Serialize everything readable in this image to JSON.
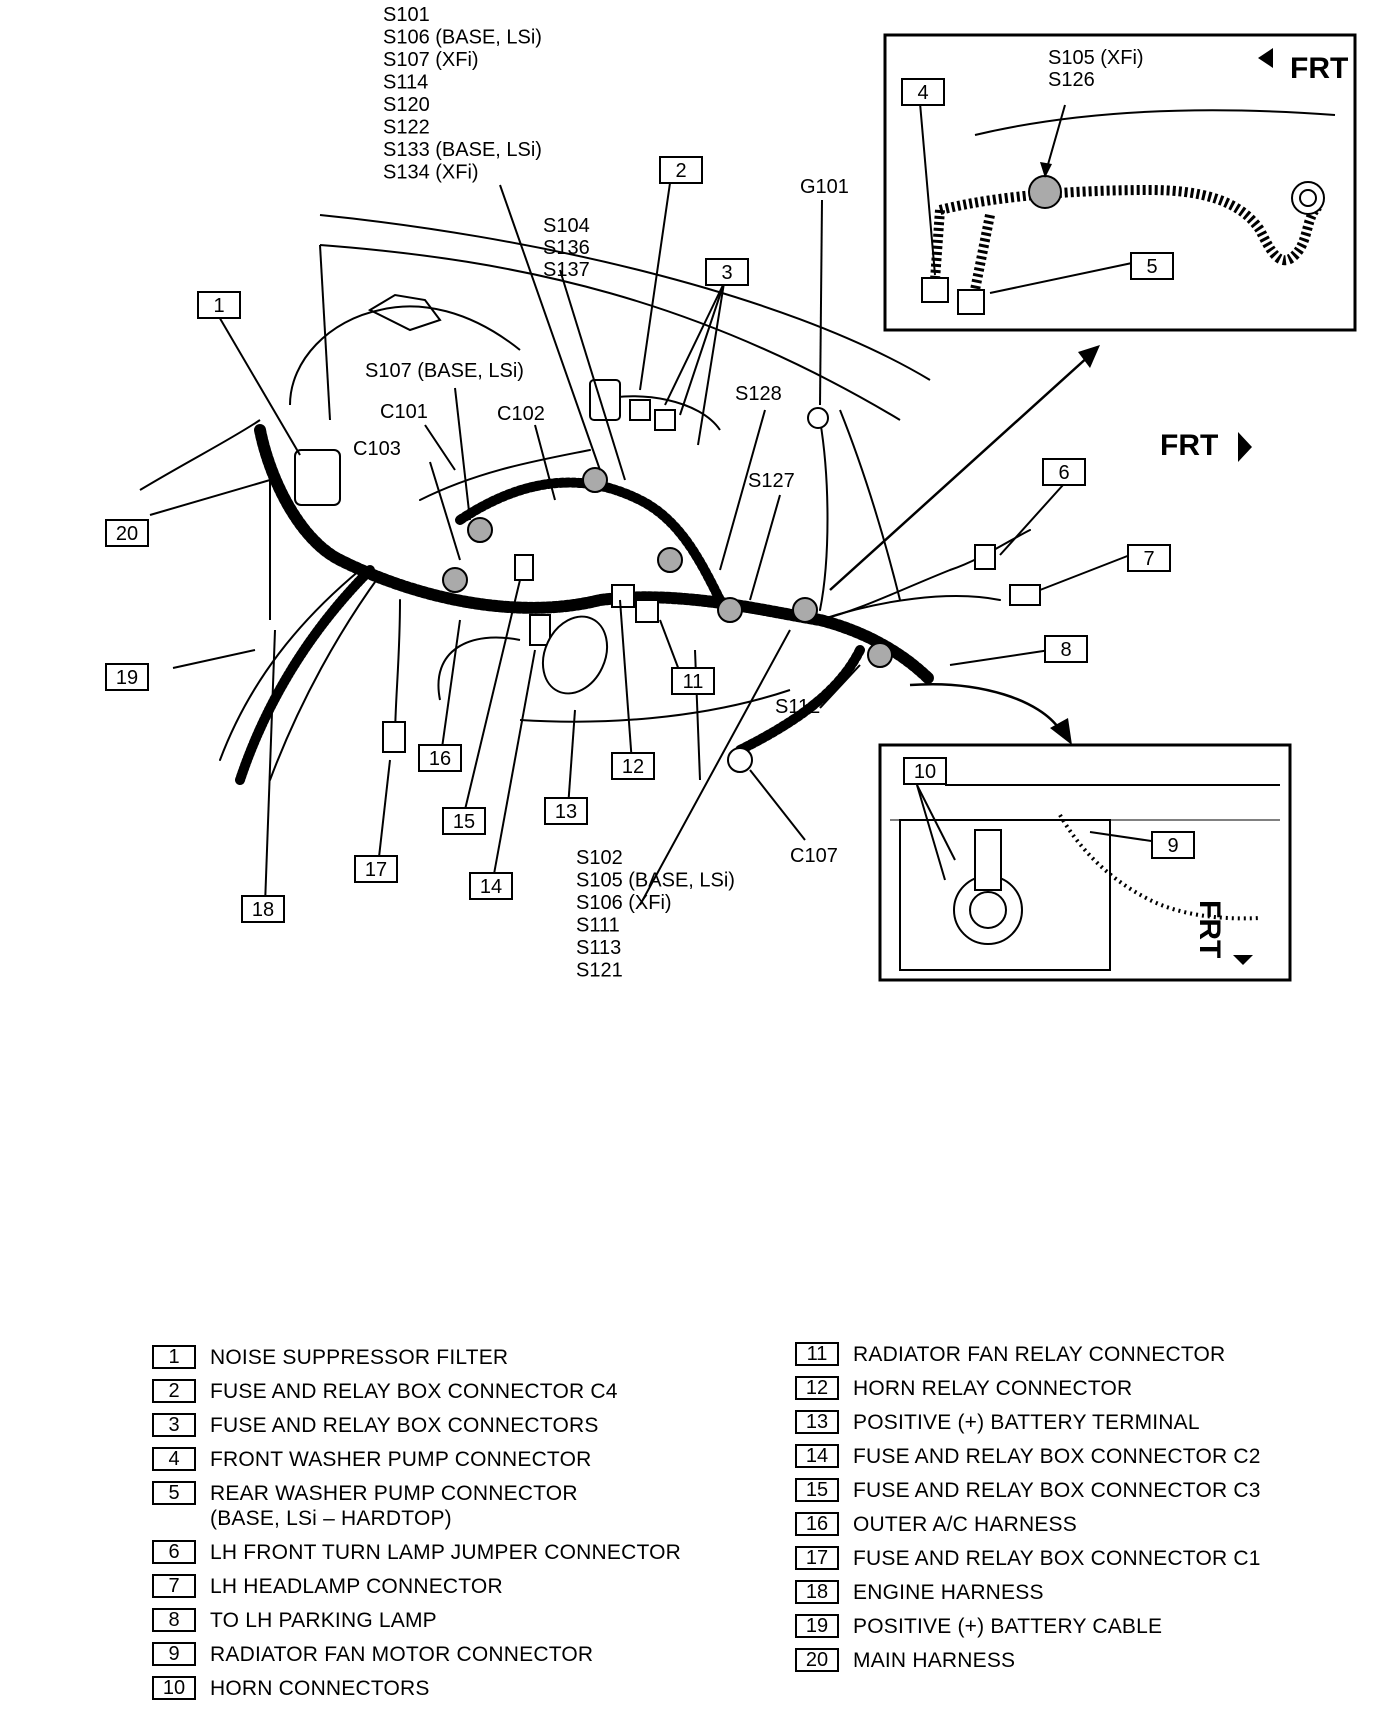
{
  "splice_groups": {
    "top": [
      "S101",
      "S106 (BASE, LSi)",
      "S107 (XFi)",
      "S114",
      "S120",
      "S122",
      "S133 (BASE, LSi)",
      "S134 (XFi)"
    ],
    "mid": [
      "S104",
      "S136",
      "S137"
    ],
    "bottom": [
      "S102",
      "S105 (BASE, LSi)",
      "S106 (XFi)",
      "S111",
      "S113",
      "S121"
    ],
    "inset": [
      "S105 (XFi)",
      "S126"
    ]
  },
  "labels": {
    "g101": "G101",
    "s107": "S107 (BASE, LSi)",
    "c101": "C101",
    "c102": "C102",
    "c103": "C103",
    "s128": "S128",
    "s127": "S127",
    "s112": "S112",
    "c107": "C107",
    "frt": "FRT"
  },
  "callouts": [
    "1",
    "2",
    "3",
    "4",
    "5",
    "6",
    "7",
    "8",
    "9",
    "10",
    "11",
    "12",
    "13",
    "14",
    "15",
    "16",
    "17",
    "18",
    "19",
    "20"
  ],
  "legend_left": [
    {
      "num": "1",
      "lines": [
        "NOISE SUPPRESSOR FILTER"
      ]
    },
    {
      "num": "2",
      "lines": [
        "FUSE AND RELAY BOX CONNECTOR C4"
      ]
    },
    {
      "num": "3",
      "lines": [
        "FUSE AND RELAY BOX CONNECTORS"
      ]
    },
    {
      "num": "4",
      "lines": [
        "FRONT WASHER PUMP CONNECTOR"
      ]
    },
    {
      "num": "5",
      "lines": [
        "REAR WASHER PUMP CONNECTOR",
        "(BASE, LSi – HARDTOP)"
      ]
    },
    {
      "num": "6",
      "lines": [
        "LH FRONT TURN LAMP JUMPER CONNECTOR"
      ]
    },
    {
      "num": "7",
      "lines": [
        "LH HEADLAMP CONNECTOR"
      ]
    },
    {
      "num": "8",
      "lines": [
        "TO LH PARKING LAMP"
      ]
    },
    {
      "num": "9",
      "lines": [
        "RADIATOR FAN MOTOR CONNECTOR"
      ]
    },
    {
      "num": "10",
      "lines": [
        "HORN CONNECTORS"
      ]
    }
  ],
  "legend_right": [
    {
      "num": "11",
      "lines": [
        "RADIATOR FAN RELAY CONNECTOR"
      ]
    },
    {
      "num": "12",
      "lines": [
        "HORN RELAY CONNECTOR"
      ]
    },
    {
      "num": "13",
      "lines": [
        "POSITIVE (+) BATTERY TERMINAL"
      ]
    },
    {
      "num": "14",
      "lines": [
        "FUSE AND RELAY BOX CONNECTOR C2"
      ]
    },
    {
      "num": "15",
      "lines": [
        "FUSE AND RELAY BOX CONNECTOR C3"
      ]
    },
    {
      "num": "16",
      "lines": [
        "OUTER A/C HARNESS"
      ]
    },
    {
      "num": "17",
      "lines": [
        "FUSE AND RELAY BOX CONNECTOR C1"
      ]
    },
    {
      "num": "18",
      "lines": [
        "ENGINE HARNESS"
      ]
    },
    {
      "num": "19",
      "lines": [
        "POSITIVE (+) BATTERY CABLE"
      ]
    },
    {
      "num": "20",
      "lines": [
        "MAIN HARNESS"
      ]
    }
  ]
}
